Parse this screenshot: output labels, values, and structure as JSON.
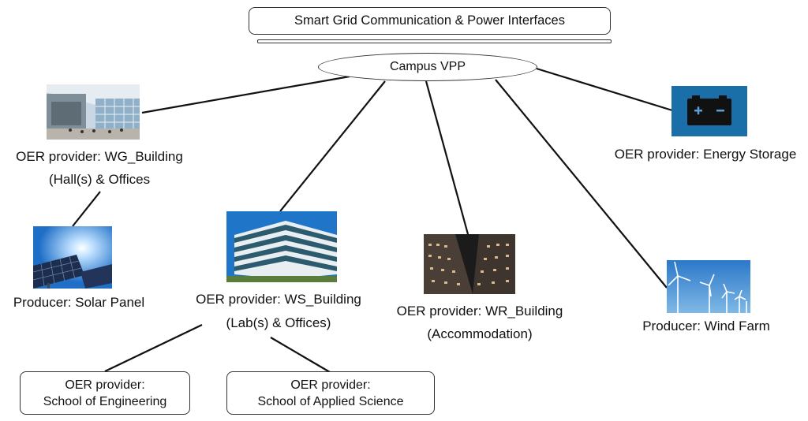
{
  "title": {
    "text": "Smart Grid Communication & Power Interfaces"
  },
  "hub": {
    "label": "Campus VPP"
  },
  "nodes": {
    "wg_building": {
      "line1": "OER provider: WG_Building",
      "line2": "(Hall(s) & Offices"
    },
    "solar": {
      "label": "Producer: Solar Panel"
    },
    "ws_building": {
      "line1": "OER provider: WS_Building",
      "line2": "(Lab(s) & Offices)"
    },
    "wr_building": {
      "line1": "OER provider: WR_Building",
      "line2": "(Accommodation)"
    },
    "storage": {
      "label": "OER provider: Energy Storage"
    },
    "wind": {
      "label": "Producer: Wind Farm"
    },
    "engineering": {
      "line1": "OER provider:",
      "line2": "School of Engineering"
    },
    "applied_science": {
      "line1": "OER provider:",
      "line2": "School of Applied Science"
    }
  },
  "colors": {
    "line": "#111111",
    "sky_blue": "#2a7fd4",
    "storage_bg": "#1a6fa8",
    "night": "#1b1b1b"
  },
  "icons": {
    "wg_image": "building-atrium-photo",
    "solar_image": "solar-panel-photo",
    "ws_image": "office-building-photo",
    "wr_image": "night-building-photo",
    "storage_image": "battery-icon",
    "wind_image": "wind-turbine-photo"
  }
}
